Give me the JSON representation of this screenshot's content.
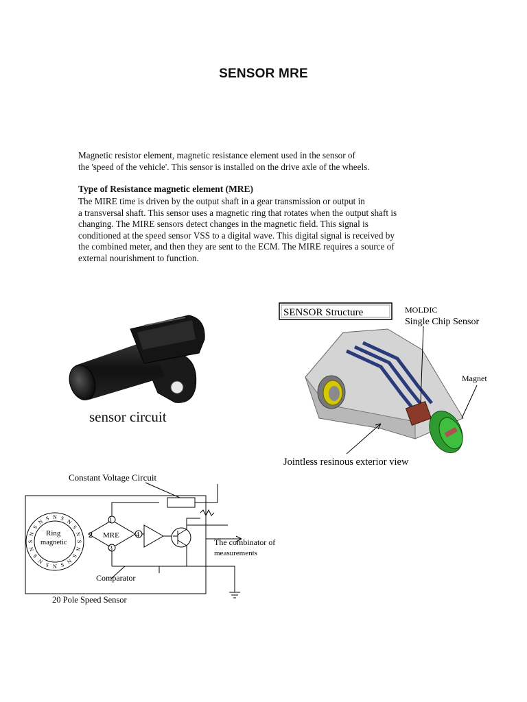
{
  "document": {
    "title": "SENSOR MRE",
    "intro_lines": [
      "Magnetic resistor element, magnetic resistance element used in the sensor of",
      "the 'speed of the vehicle'. This sensor is installed on the drive axle of the wheels."
    ],
    "section_heading": "Type of Resistance magnetic element (MRE)",
    "body_lines": [
      "The MIRE time is driven by the output shaft in a gear transmission or output in",
      "a transversal shaft. This sensor uses a magnetic ring that rotates when the output shaft is",
      "changing. The MIRE sensors detect changes in the magnetic field. This signal is",
      "conditioned at the speed sensor VSS to a digital wave. This digital signal is received by",
      "the combined meter, and then they are sent to the ECM. The MIRE requires a source of",
      "external nourishment to function."
    ]
  },
  "photo": {
    "caption": "sensor circuit"
  },
  "structure_figure": {
    "box_label": "SENSOR Structure",
    "label_moldic": "MOLDIC",
    "label_chip": "Single Chip Sensor",
    "label_magnet": "Magnet",
    "label_exterior": "Jointless resinous exterior view"
  },
  "circuit_figure": {
    "label_voltage": "Constant Voltage Circuit",
    "label_ring_1": "Ring",
    "label_ring_2": "magnetic",
    "label_mre": "MRE",
    "label_comparator": "Comparator",
    "label_output_1": "The combinator of",
    "label_output_2": "measurements",
    "caption": "20 Pole Speed Sensor",
    "pins": [
      "1",
      "2",
      "3",
      "4"
    ],
    "ring_letters": "NSNSNSNSNSNSNSNSNSNS"
  }
}
